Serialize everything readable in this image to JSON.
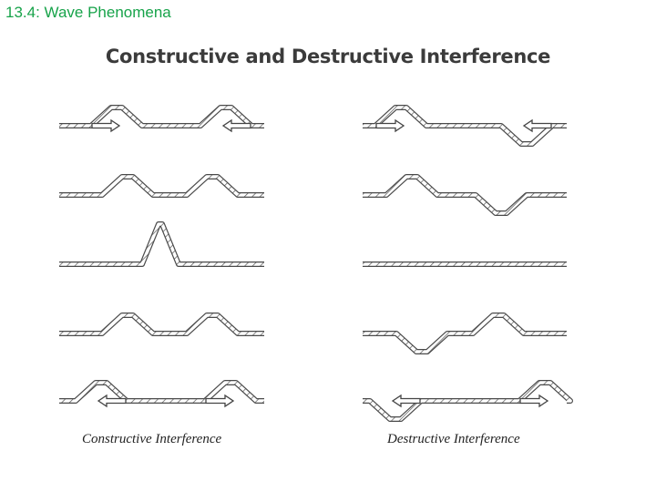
{
  "slide_title": "13.4: Wave Phenomena",
  "figure_title": "Constructive and Destructive Interference",
  "panels": [
    {
      "caption": "Constructive Interference",
      "stages": [
        {
          "pulses": [
            {
              "dir": 1,
              "shape": "up",
              "arrow": "right"
            },
            {
              "dir": 1,
              "shape": "up",
              "arrow": "left"
            }
          ]
        },
        {
          "pulses": [
            {
              "dir": 1,
              "shape": "up"
            },
            {
              "dir": 1,
              "shape": "up"
            }
          ]
        },
        {
          "pulses": [
            {
              "dir": 1,
              "shape": "tall"
            }
          ]
        },
        {
          "pulses": [
            {
              "dir": 1,
              "shape": "up"
            },
            {
              "dir": 1,
              "shape": "up"
            }
          ]
        },
        {
          "pulses": [
            {
              "dir": 1,
              "shape": "up",
              "arrow": "left"
            },
            {
              "dir": 1,
              "shape": "up",
              "arrow": "right"
            }
          ]
        }
      ]
    },
    {
      "caption": "Destructive Interference",
      "stages": [
        {
          "pulses": [
            {
              "dir": 1,
              "shape": "up",
              "arrow": "right"
            },
            {
              "dir": -1,
              "shape": "down",
              "arrow": "left"
            }
          ]
        },
        {
          "pulses": [
            {
              "dir": 1,
              "shape": "up"
            },
            {
              "dir": -1,
              "shape": "down"
            }
          ]
        },
        {
          "pulses": []
        },
        {
          "pulses": [
            {
              "dir": -1,
              "shape": "down"
            },
            {
              "dir": 1,
              "shape": "up"
            }
          ]
        },
        {
          "pulses": [
            {
              "dir": -1,
              "shape": "down",
              "arrow": "left"
            },
            {
              "dir": 1,
              "shape": "up",
              "arrow": "right"
            }
          ]
        }
      ]
    }
  ]
}
